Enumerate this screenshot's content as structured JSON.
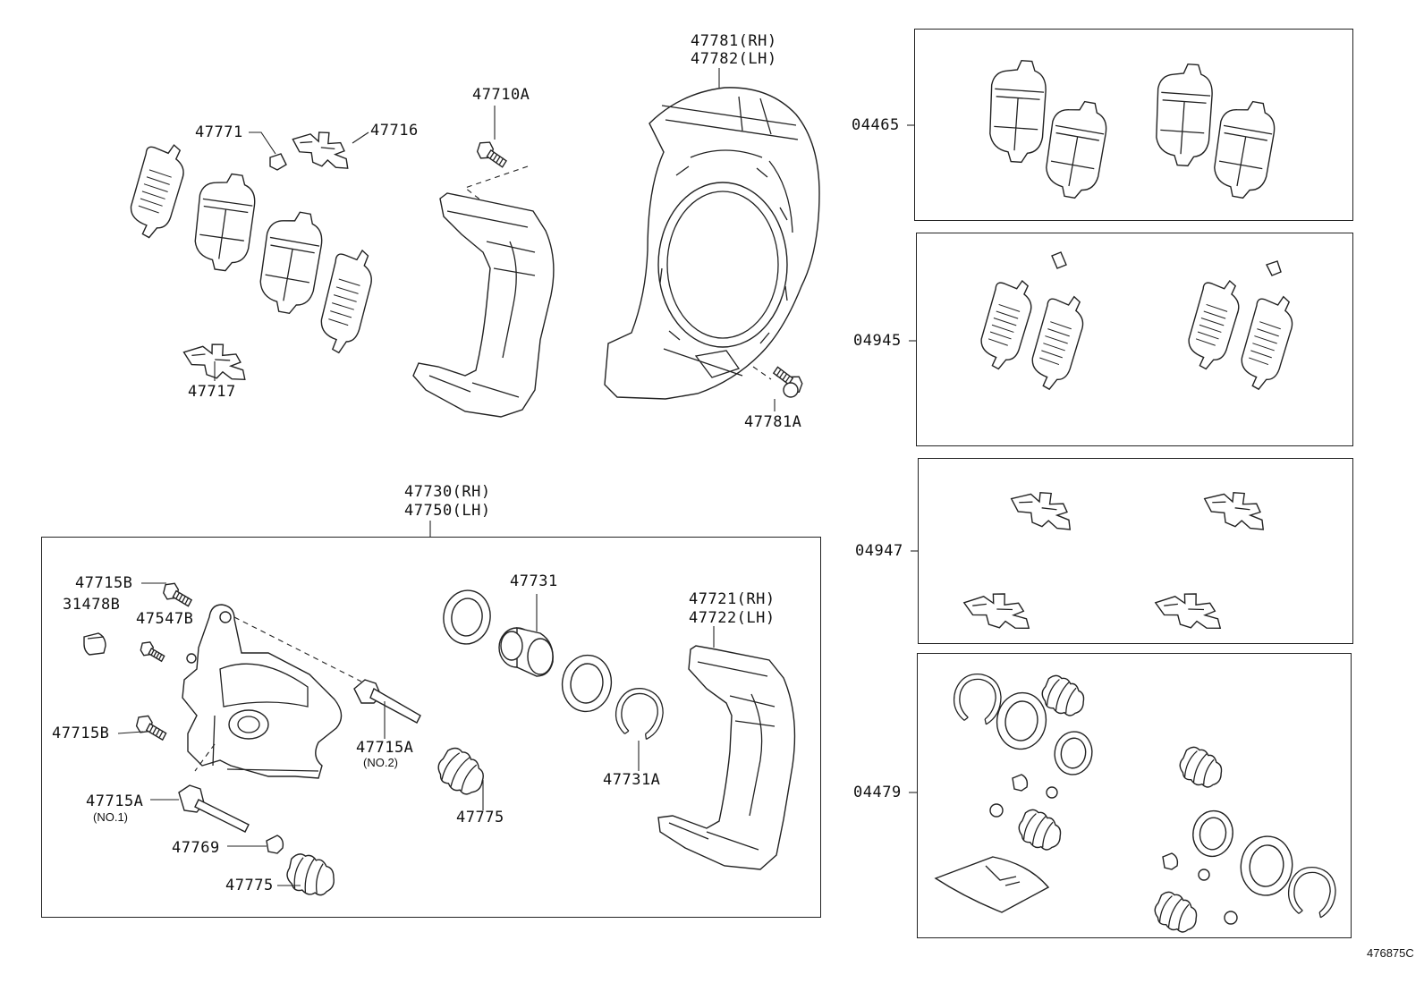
{
  "labels": {
    "l_47771": "47771",
    "l_47716": "47716",
    "l_47710A": "47710A",
    "l_47781_rh": "47781(RH)",
    "l_47782_lh": "47782(LH)",
    "l_47717": "47717",
    "l_47781A": "47781A",
    "l_47730_rh": "47730(RH)",
    "l_47750_lh": "47750(LH)",
    "l_47715B_top": "47715B",
    "l_31478B": "31478B",
    "l_47547B": "47547B",
    "l_47715B_mid": "47715B",
    "l_47715A_no2": "47715A",
    "l_no2": "(NO.2)",
    "l_47715A_no1": "47715A",
    "l_no1": "(NO.1)",
    "l_47769": "47769",
    "l_47775_bottom": "47775",
    "l_47731": "47731",
    "l_47775_mid": "47775",
    "l_47731A": "47731A",
    "l_47721_rh": "47721(RH)",
    "l_47722_lh": "47722(LH)",
    "l_04465": "04465",
    "l_04945": "04945",
    "l_04947": "04947",
    "l_04479": "04479"
  },
  "figure_id": "476875C"
}
